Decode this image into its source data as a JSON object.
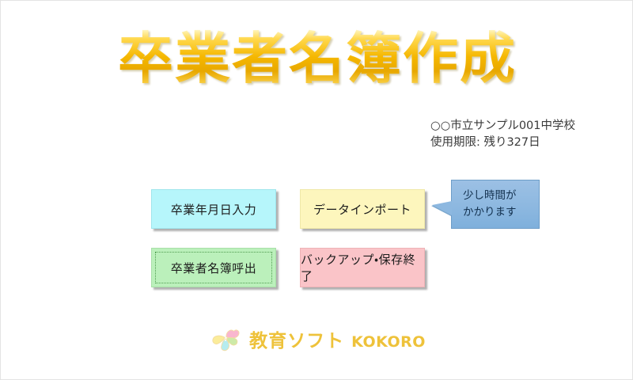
{
  "app": {
    "title": "卒業者名簿作成",
    "background_color": "#ffffff",
    "title_gradient_top": "#fff7c6",
    "title_gradient_mid": "#f5b700",
    "title_gradient_bottom": "#ffe79a"
  },
  "info": {
    "school_name": "○○市立サンプル001中学校",
    "license": "使用期限: 残り327日"
  },
  "buttons": [
    {
      "id": "graduation-date-entry",
      "label": "卒業年月日入力",
      "color": "#b6f6fb"
    },
    {
      "id": "data-import",
      "label": "データインポート",
      "color": "#fdf6bd"
    },
    {
      "id": "graduate-roster-open",
      "label": "卒業者名簿呼出",
      "color": "#bbf0bb"
    },
    {
      "id": "backup-save-exit",
      "label": "バックアップ・保存終了",
      "color": "#fac4c8"
    }
  ],
  "callout": {
    "line1": "少し時間が",
    "line2": "かかります",
    "color": "#8db8e0"
  },
  "footer": {
    "logo_jp": "教育ソフト ",
    "logo_latin": "KOKORO",
    "logo_color": "#eec23a",
    "icon": "clover-flower-icon"
  }
}
